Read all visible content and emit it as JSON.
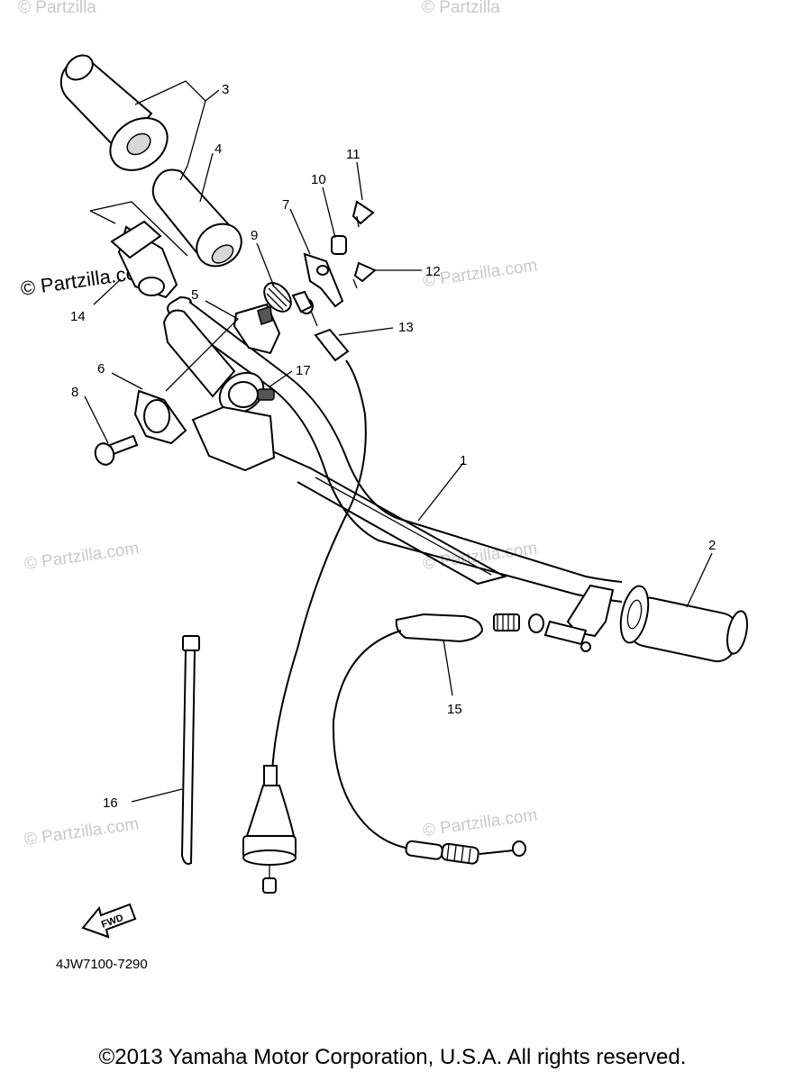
{
  "watermarks": {
    "top_left": "© Partzilla",
    "top_center": "© Partzilla",
    "left_bold": "© Partzilla.com",
    "upper_right": "© Partzilla.com",
    "mid_left": "© Partzilla.com",
    "mid_right": "© Partzilla.com",
    "lower_left": "© Partzilla.com",
    "lower_right": "© Partzilla.com"
  },
  "callouts": [
    "1",
    "2",
    "3",
    "4",
    "5",
    "6",
    "7",
    "8",
    "9",
    "10",
    "11",
    "12",
    "13",
    "14",
    "15",
    "16",
    "17"
  ],
  "fwd_label": "FWD",
  "diagram_code": "4JW7100-7290",
  "copyright": "©2013 Yamaha Motor Corporation, U.S.A. All rights reserved."
}
